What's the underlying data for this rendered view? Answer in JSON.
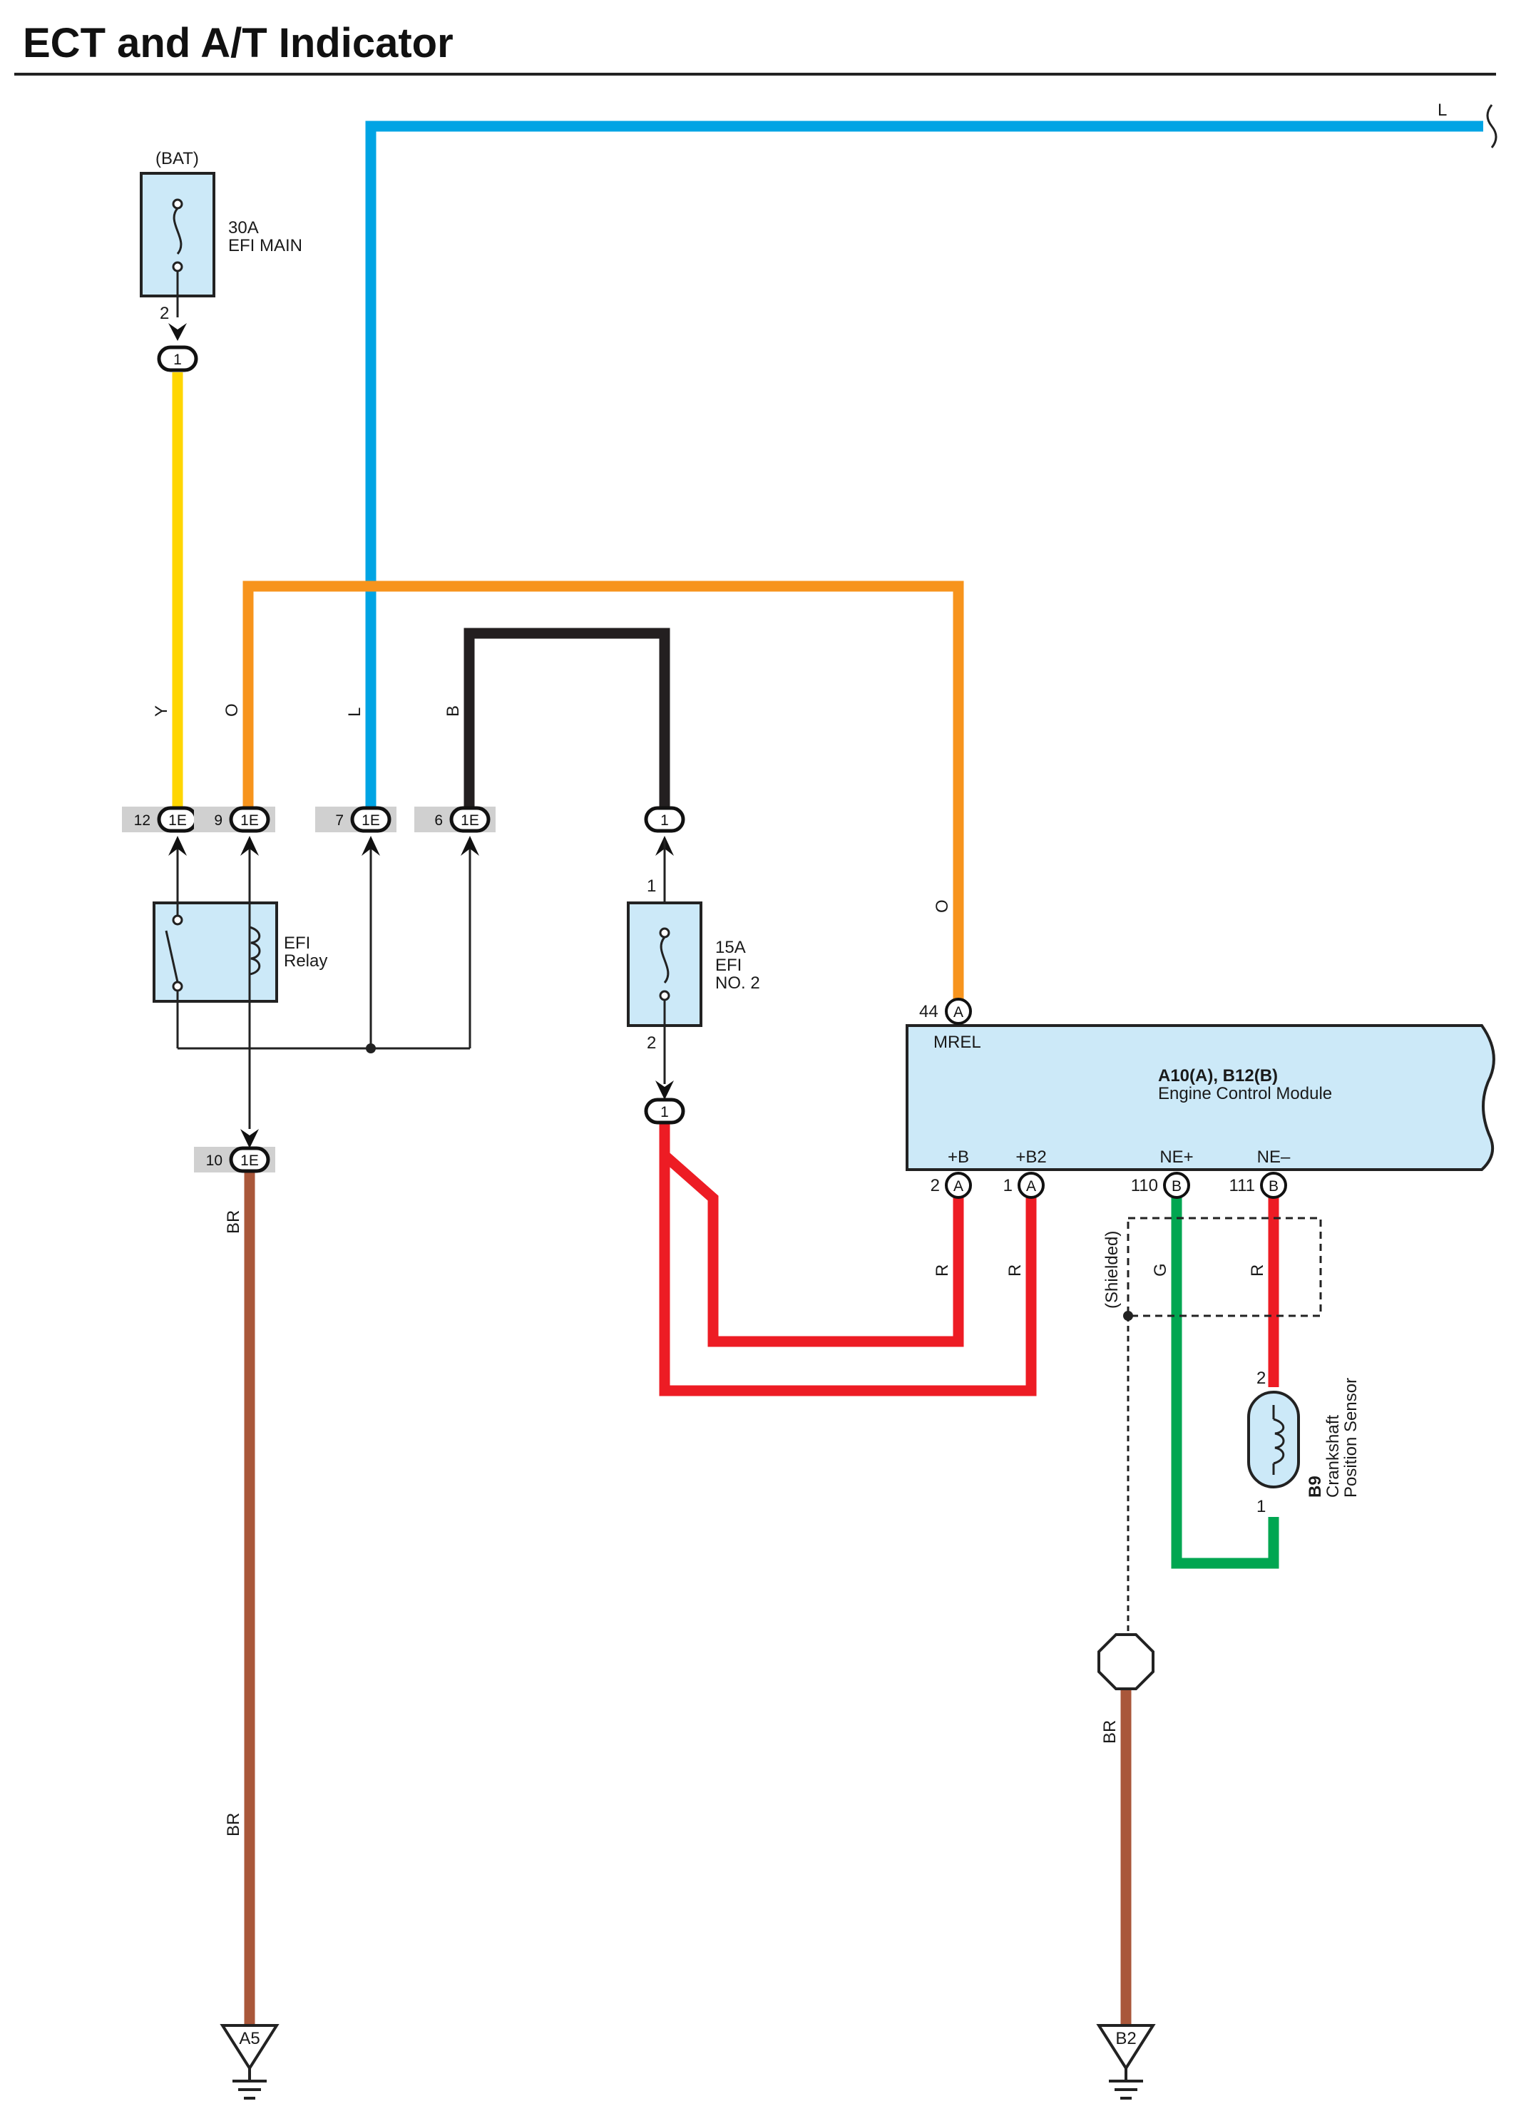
{
  "title": "ECT and A/T Indicator",
  "colors": {
    "Y": "#ffd600",
    "O": "#f7941d",
    "L": "#00a4e4",
    "B": "#231f20",
    "R": "#ed1c24",
    "G": "#00a651",
    "BR": "#a9573a",
    "component_fill": "#cce9f8",
    "connector_highlight": "#d0d0d0"
  },
  "wires": {
    "y": "Y",
    "o_left": "O",
    "o_right": "O",
    "l_left": "L",
    "l_right": "L",
    "b": "B",
    "br_left_upper": "BR",
    "br_left_lower": "BR",
    "r_1": "R",
    "r_2": "R",
    "g": "G",
    "r_ne": "R",
    "br_right": "BR"
  },
  "components": {
    "efi_main": {
      "source": "(BAT)",
      "rating": "30A",
      "name": "EFI MAIN",
      "pin_out": "2"
    },
    "efi_relay": {
      "line1": "EFI",
      "line2": "Relay"
    },
    "efi_no2": {
      "rating": "15A",
      "line1": "EFI",
      "line2": "NO. 2",
      "pin_in": "1",
      "pin_out": "2"
    },
    "ecm": {
      "code": "A10(A), B12(B)",
      "name": "Engine Control Module",
      "mrel_label": "MREL",
      "mrel_pin": "44",
      "mrel_conn": "A",
      "pins": [
        {
          "label": "+B",
          "num": "2",
          "conn": "A"
        },
        {
          "label": "+B2",
          "num": "1",
          "conn": "A"
        },
        {
          "label": "NE+",
          "num": "110",
          "conn": "B"
        },
        {
          "label": "NE–",
          "num": "111",
          "conn": "B"
        }
      ]
    },
    "crank_sensor": {
      "code": "B9",
      "line1": "Crankshaft",
      "line2": "Position Sensor",
      "pin_top": "2",
      "pin_bottom": "1"
    },
    "shield_label": "(Shielded)"
  },
  "connectors": {
    "inline_1": "1",
    "conn_1e": [
      {
        "pin": "12",
        "code": "1E"
      },
      {
        "pin": "9",
        "code": "1E"
      },
      {
        "pin": "7",
        "code": "1E"
      },
      {
        "pin": "6",
        "code": "1E"
      },
      {
        "pin": "10",
        "code": "1E"
      }
    ],
    "efi2_top": "1",
    "efi2_bottom": "1"
  },
  "grounds": {
    "left": "A5",
    "right": "B2"
  },
  "icons": {
    "fuse": "fuse-icon",
    "relay": "relay-icon",
    "coil": "coil-icon",
    "ground": "ground-icon",
    "splice": "splice-icon",
    "wire_break": "wire-break-icon"
  }
}
